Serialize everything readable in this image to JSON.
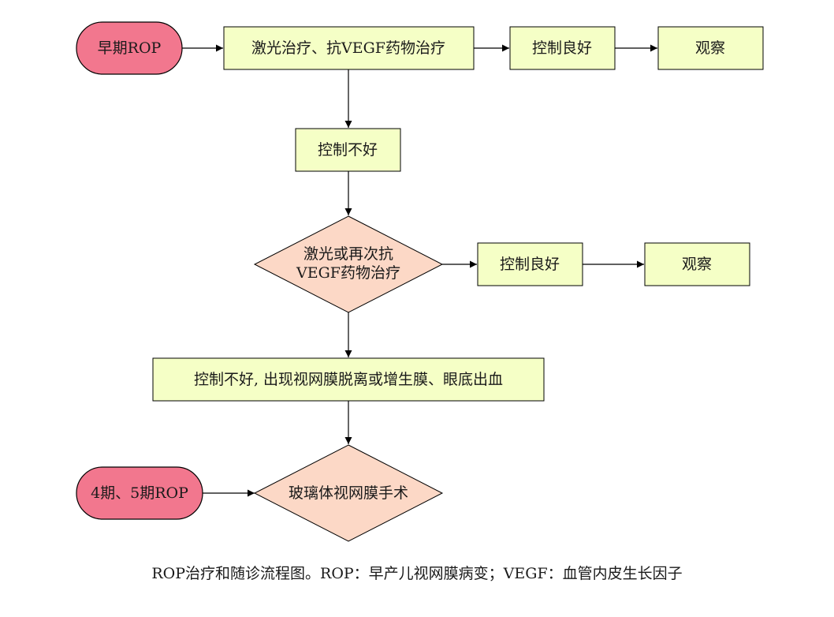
{
  "diagram": {
    "colors": {
      "terminal_fill": "#f2778e",
      "process_fill": "#f5ffc6",
      "decision_fill": "#fcd8c6",
      "stroke": "#000000"
    },
    "nodes": {
      "early_rop": "早期ROP",
      "laser_antivegf": "激光治疗、抗VEGF药物治疗",
      "good_control_1": "控制良好",
      "observe_1": "观察",
      "poor_control_1": "控制不好",
      "repeat_treatment_line1": "激光或再次抗",
      "repeat_treatment_line2": "VEGF药物治疗",
      "good_control_2": "控制良好",
      "observe_2": "观察",
      "poor_control_2": "控制不好, 出现视网膜脱离或增生膜、眼底出血",
      "stage45_rop": "4期、5期ROP",
      "vitrectomy": "玻璃体视网膜手术"
    }
  },
  "caption": "ROP治疗和随诊流程图。ROP：早产儿视网膜病变；VEGF：血管内皮生长因子"
}
